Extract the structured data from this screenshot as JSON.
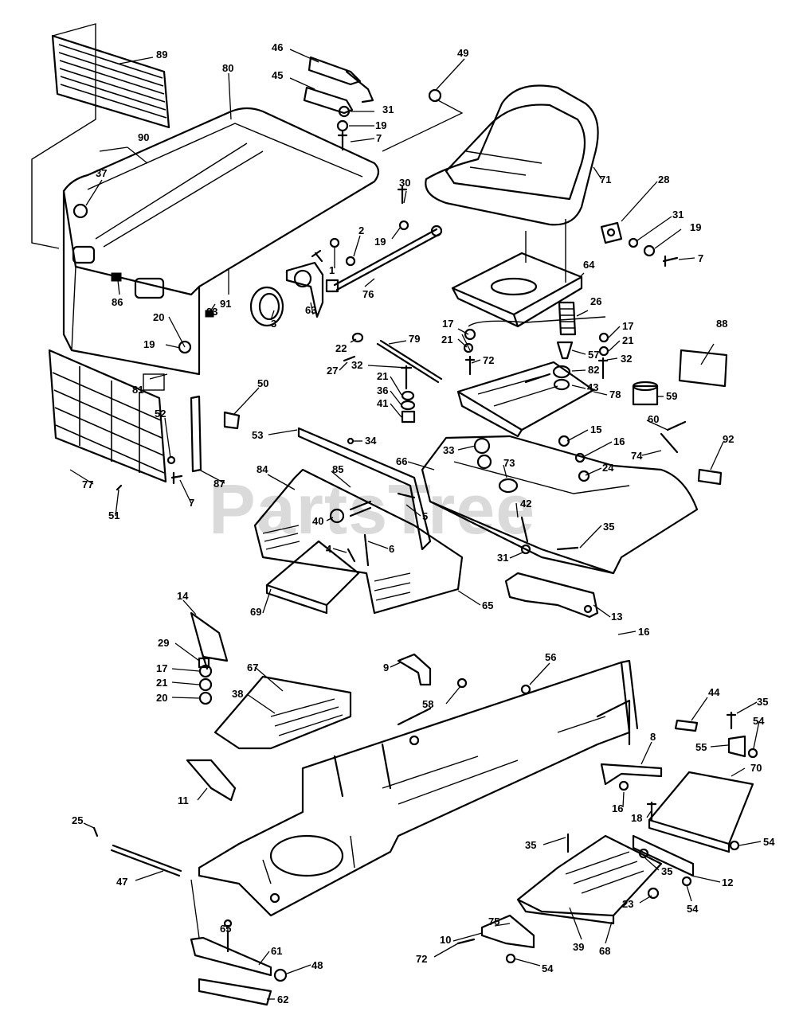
{
  "watermark": "PartsTree",
  "callouts": [
    {
      "id": "c89",
      "text": "89"
    },
    {
      "id": "c80",
      "text": "80"
    },
    {
      "id": "c46",
      "text": "46"
    },
    {
      "id": "c45",
      "text": "45"
    },
    {
      "id": "c49",
      "text": "49"
    },
    {
      "id": "c31a",
      "text": "31"
    },
    {
      "id": "c19a",
      "text": "19"
    },
    {
      "id": "c7a",
      "text": "7"
    },
    {
      "id": "c90",
      "text": "90"
    },
    {
      "id": "c37",
      "text": "37"
    },
    {
      "id": "c30",
      "text": "30"
    },
    {
      "id": "c19b",
      "text": "19"
    },
    {
      "id": "c2",
      "text": "2"
    },
    {
      "id": "c1",
      "text": "1"
    },
    {
      "id": "c71",
      "text": "71"
    },
    {
      "id": "c28",
      "text": "28"
    },
    {
      "id": "c31b",
      "text": "31"
    },
    {
      "id": "c19c",
      "text": "19"
    },
    {
      "id": "c7b",
      "text": "7"
    },
    {
      "id": "c64",
      "text": "64"
    },
    {
      "id": "c76",
      "text": "76"
    },
    {
      "id": "c86",
      "text": "86"
    },
    {
      "id": "c91",
      "text": "91"
    },
    {
      "id": "c63",
      "text": "63"
    },
    {
      "id": "c83",
      "text": "83"
    },
    {
      "id": "c20a",
      "text": "20"
    },
    {
      "id": "c3",
      "text": "3"
    },
    {
      "id": "c26",
      "text": "26"
    },
    {
      "id": "c17a",
      "text": "17"
    },
    {
      "id": "c21a",
      "text": "21"
    },
    {
      "id": "c72a",
      "text": "72"
    },
    {
      "id": "c22",
      "text": "22"
    },
    {
      "id": "c79",
      "text": "79"
    },
    {
      "id": "c27",
      "text": "27"
    },
    {
      "id": "c17b",
      "text": "17"
    },
    {
      "id": "c21b",
      "text": "21"
    },
    {
      "id": "c32b",
      "text": "32"
    },
    {
      "id": "c57",
      "text": "57"
    },
    {
      "id": "c82",
      "text": "82"
    },
    {
      "id": "c88",
      "text": "88"
    },
    {
      "id": "c19d",
      "text": "19"
    },
    {
      "id": "c81",
      "text": "81"
    },
    {
      "id": "c32a",
      "text": "32"
    },
    {
      "id": "c21c",
      "text": "21"
    },
    {
      "id": "c36",
      "text": "36"
    },
    {
      "id": "c41",
      "text": "41"
    },
    {
      "id": "c43",
      "text": "43"
    },
    {
      "id": "c78",
      "text": "78"
    },
    {
      "id": "c59",
      "text": "59"
    },
    {
      "id": "c50",
      "text": "50"
    },
    {
      "id": "c52",
      "text": "52"
    },
    {
      "id": "c53",
      "text": "53"
    },
    {
      "id": "c34",
      "text": "34"
    },
    {
      "id": "c33",
      "text": "33"
    },
    {
      "id": "c15",
      "text": "15"
    },
    {
      "id": "c16a",
      "text": "16"
    },
    {
      "id": "c60",
      "text": "60"
    },
    {
      "id": "c92",
      "text": "92"
    },
    {
      "id": "c74",
      "text": "74"
    },
    {
      "id": "c77",
      "text": "77"
    },
    {
      "id": "c84",
      "text": "84"
    },
    {
      "id": "c85",
      "text": "85"
    },
    {
      "id": "c66",
      "text": "66"
    },
    {
      "id": "c73",
      "text": "73"
    },
    {
      "id": "c24",
      "text": "24"
    },
    {
      "id": "c87",
      "text": "87"
    },
    {
      "id": "c7c",
      "text": "7"
    },
    {
      "id": "c51",
      "text": "51"
    },
    {
      "id": "c40",
      "text": "40"
    },
    {
      "id": "c5",
      "text": "5"
    },
    {
      "id": "c42",
      "text": "42"
    },
    {
      "id": "c35a",
      "text": "35"
    },
    {
      "id": "c4",
      "text": "4"
    },
    {
      "id": "c6",
      "text": "6"
    },
    {
      "id": "c31c",
      "text": "31"
    },
    {
      "id": "c14",
      "text": "14"
    },
    {
      "id": "c65a",
      "text": "65"
    },
    {
      "id": "c13",
      "text": "13"
    },
    {
      "id": "c69",
      "text": "69"
    },
    {
      "id": "c29",
      "text": "29"
    },
    {
      "id": "c16b",
      "text": "16"
    },
    {
      "id": "c17c",
      "text": "17"
    },
    {
      "id": "c9",
      "text": "9"
    },
    {
      "id": "c67",
      "text": "67"
    },
    {
      "id": "c56",
      "text": "56"
    },
    {
      "id": "c21d",
      "text": "21"
    },
    {
      "id": "c20b",
      "text": "20"
    },
    {
      "id": "c38",
      "text": "38"
    },
    {
      "id": "c58",
      "text": "58"
    },
    {
      "id": "c44",
      "text": "44"
    },
    {
      "id": "c35b",
      "text": "35"
    },
    {
      "id": "c54a",
      "text": "54"
    },
    {
      "id": "c55",
      "text": "55"
    },
    {
      "id": "c8",
      "text": "8"
    },
    {
      "id": "c70",
      "text": "70"
    },
    {
      "id": "c11",
      "text": "11"
    },
    {
      "id": "c16c",
      "text": "16"
    },
    {
      "id": "c18",
      "text": "18"
    },
    {
      "id": "c25",
      "text": "25"
    },
    {
      "id": "c35c",
      "text": "35"
    },
    {
      "id": "c54b",
      "text": "54"
    },
    {
      "id": "c47",
      "text": "47"
    },
    {
      "id": "c35d",
      "text": "35"
    },
    {
      "id": "c12",
      "text": "12"
    },
    {
      "id": "c23",
      "text": "23"
    },
    {
      "id": "c54c",
      "text": "54"
    },
    {
      "id": "c75",
      "text": "75"
    },
    {
      "id": "c10",
      "text": "10"
    },
    {
      "id": "c65b",
      "text": "65"
    },
    {
      "id": "c39",
      "text": "39"
    },
    {
      "id": "c68",
      "text": "68"
    },
    {
      "id": "c72b",
      "text": "72"
    },
    {
      "id": "c61",
      "text": "61"
    },
    {
      "id": "c48",
      "text": "48"
    },
    {
      "id": "c54d",
      "text": "54"
    },
    {
      "id": "c62",
      "text": "62"
    }
  ]
}
